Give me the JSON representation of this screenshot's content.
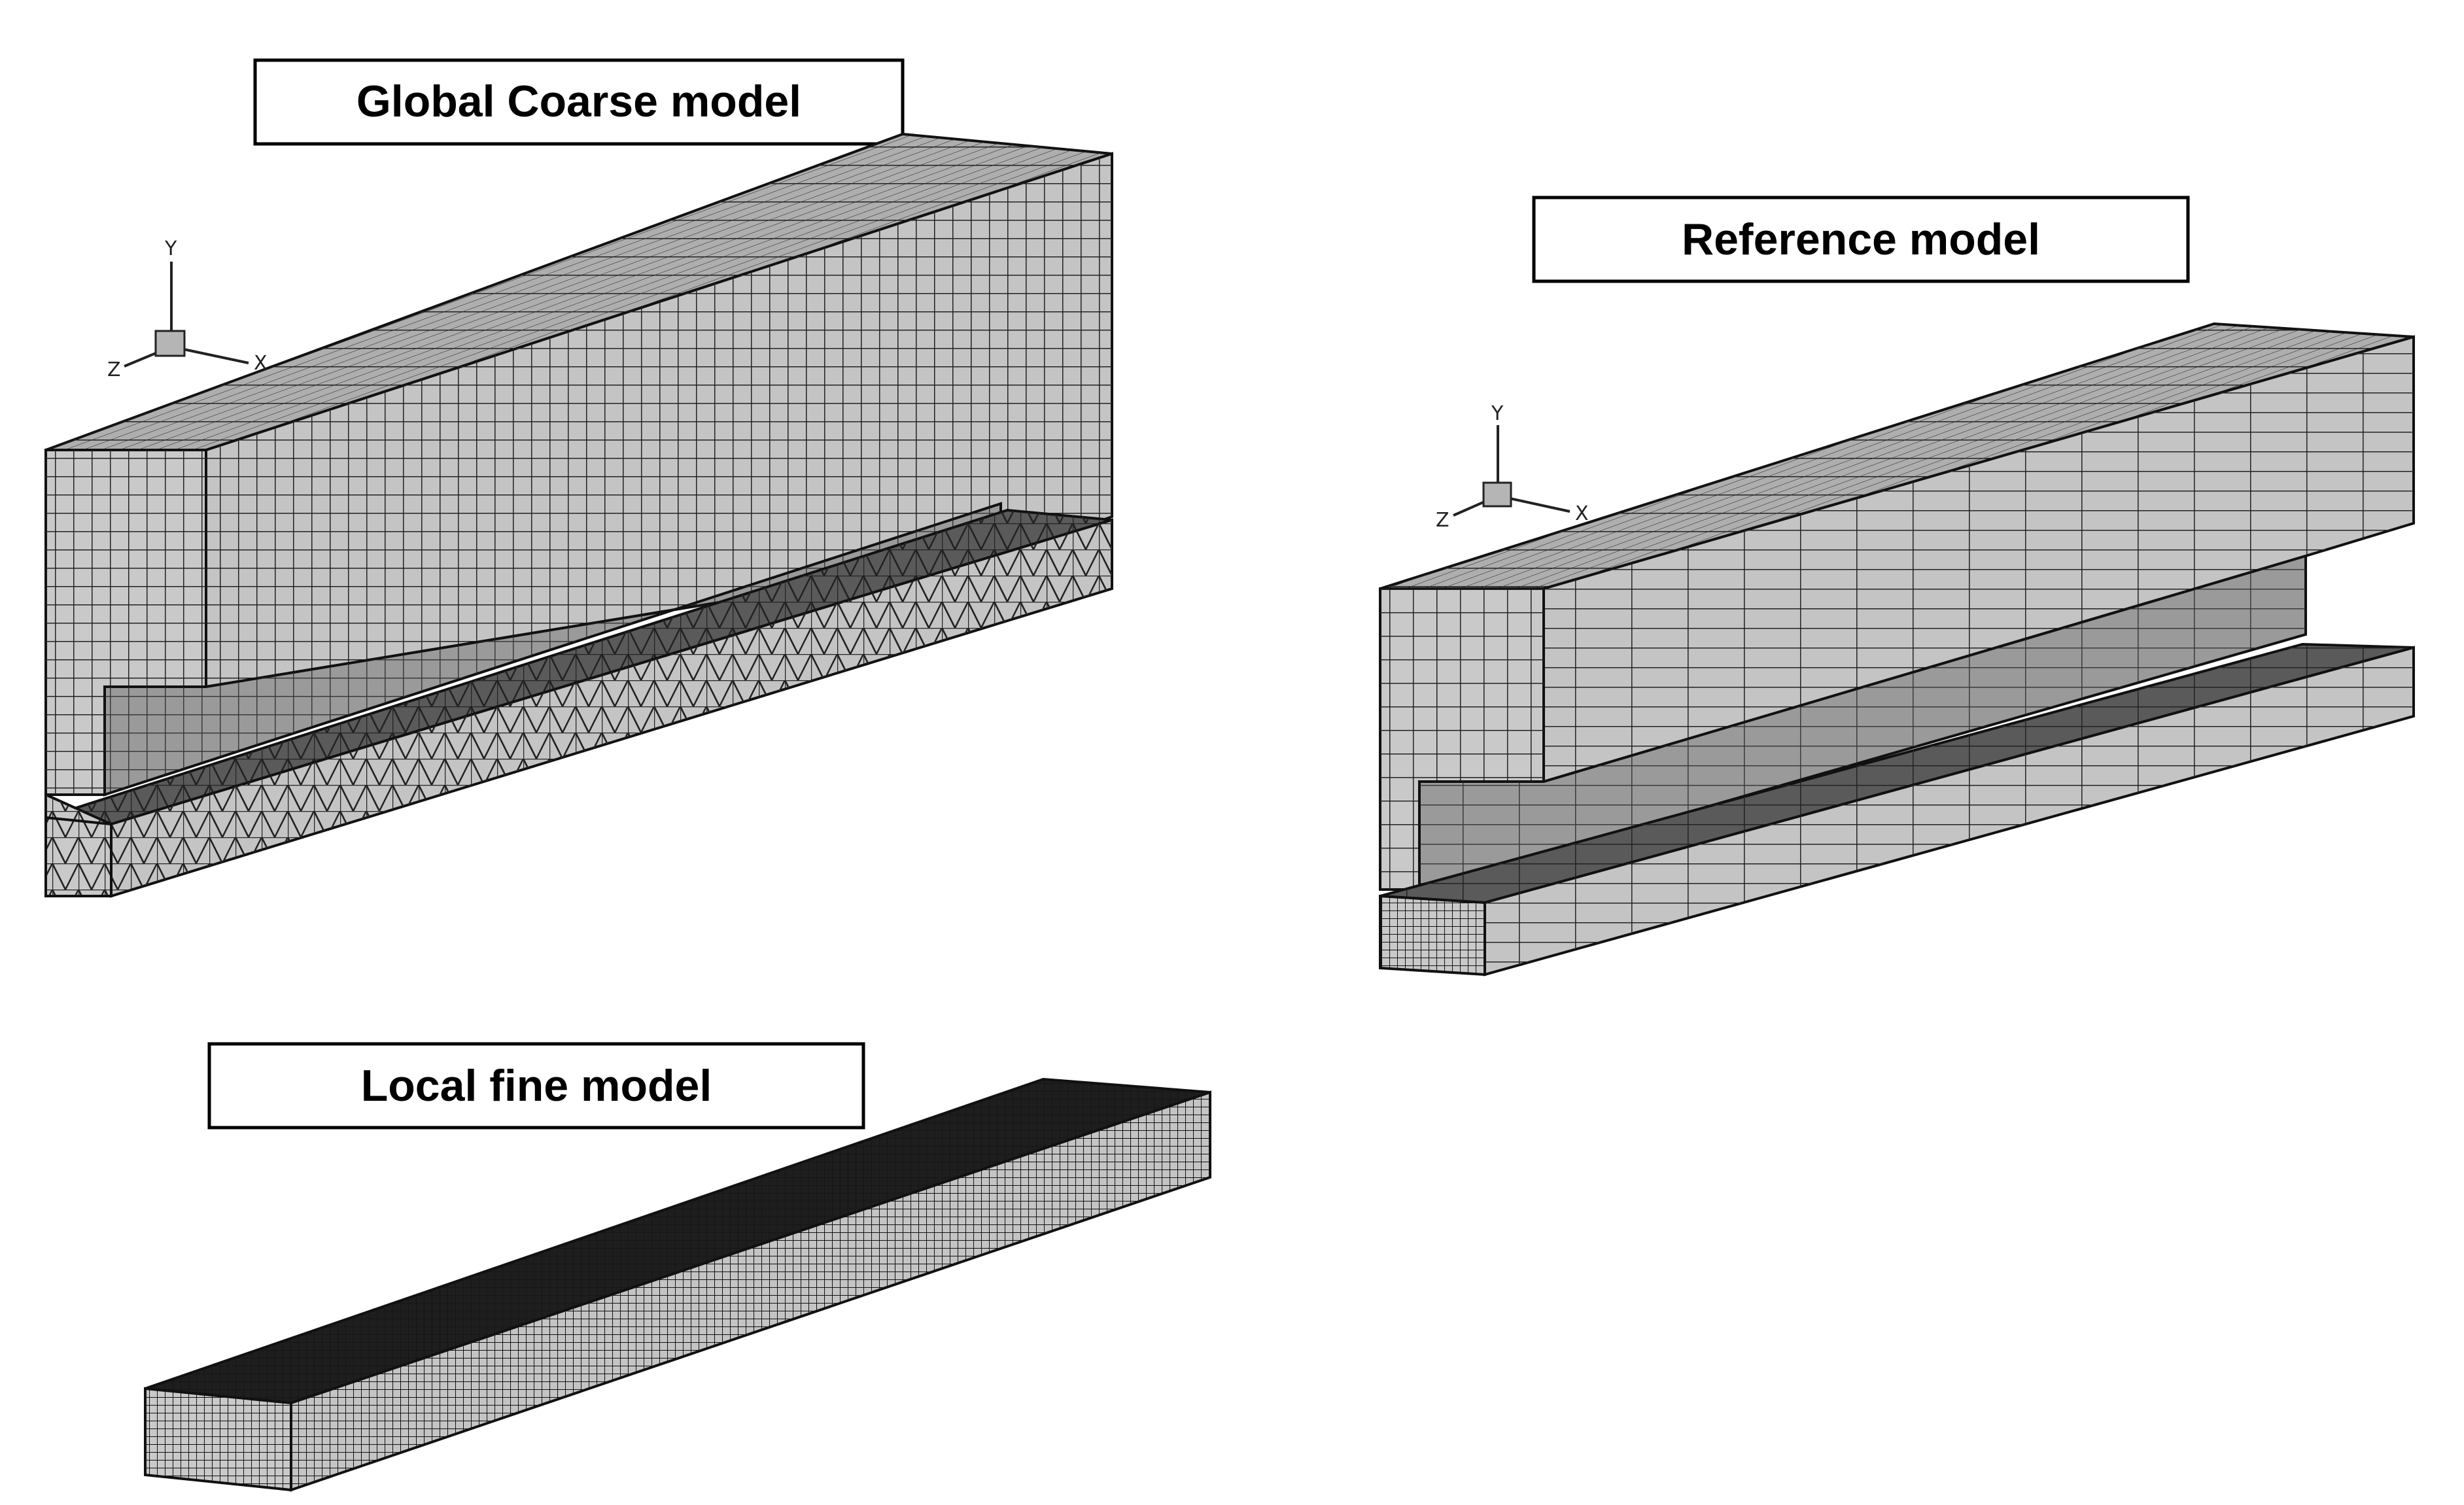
{
  "models": {
    "global": {
      "title": "Global Coarse model"
    },
    "reference": {
      "title": "Reference model"
    },
    "local": {
      "title": "Local fine model"
    }
  },
  "axes": {
    "x": "X",
    "y": "Y",
    "z": "Z"
  },
  "colors": {
    "mesh_line": "#111111",
    "surface_light": "#c9c9c9",
    "surface_mid": "#aeaeae",
    "surface_dark": "#5a5a5a",
    "fine_mesh": "#1e1e1e"
  },
  "mesh": {
    "global_coarse": "quad mesh on upper block, triangulated transition band near the weld",
    "reference": "coarse quad mesh with refined rows along the bottom plate",
    "local_fine": "dense quad mesh"
  }
}
